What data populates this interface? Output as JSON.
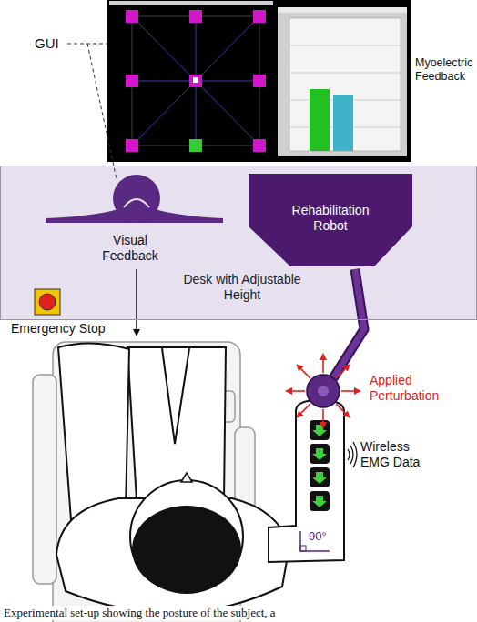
{
  "diagram": {
    "caption": "Experimental set-up showing the posture of the subject, a",
    "nodes": [
      {
        "text": [
          "Desk with Adjustable Height"
        ]
      },
      {
        "text": [
          "Rehabilitation Robot"
        ],
        "in": 0
      }
    ],
    "labels": [
      "GUI",
      "Myoelectric Feedback",
      "Visual Feedback",
      "Emergency Stop",
      "Applied Perturbation",
      "Wireless EMG Data",
      "90°"
    ]
  }
}
